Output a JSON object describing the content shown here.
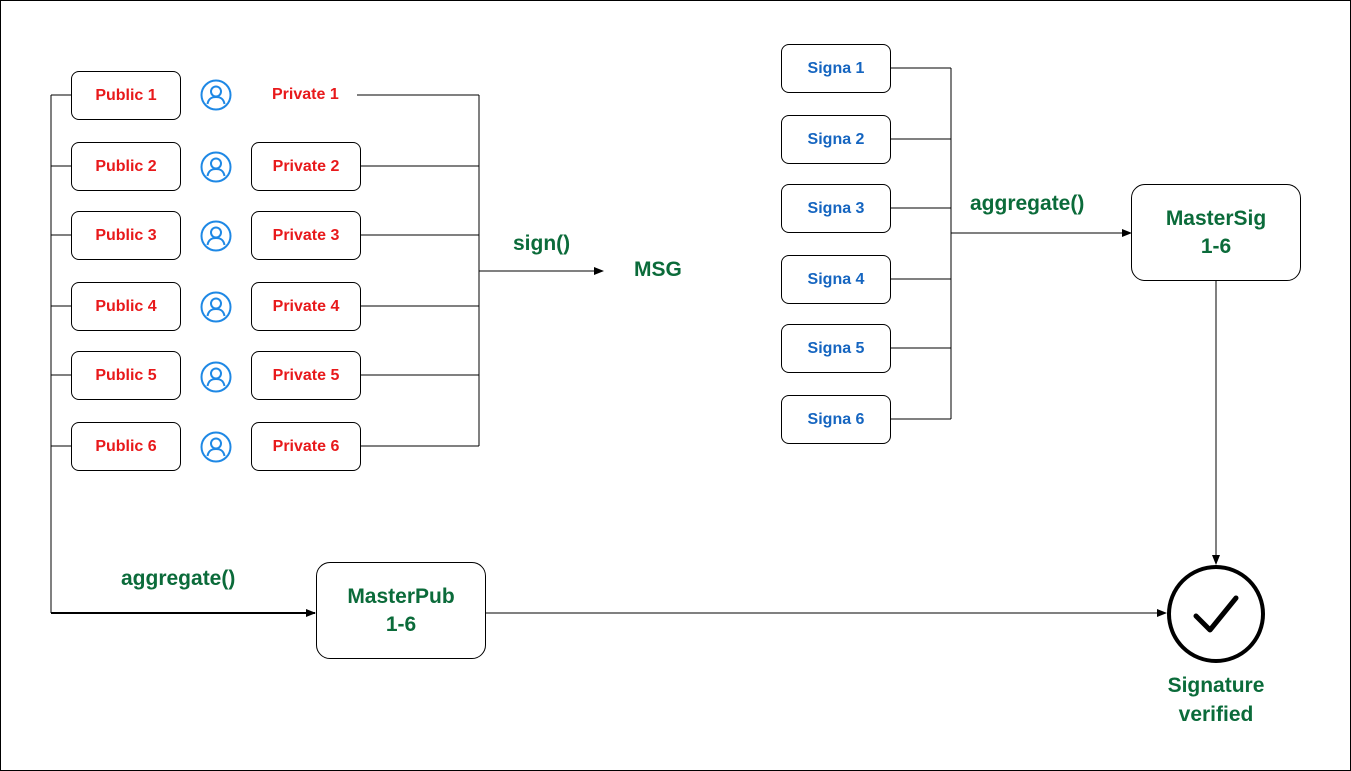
{
  "diagram": {
    "public_keys": [
      "Public 1",
      "Public 2",
      "Public 3",
      "Public 4",
      "Public 5",
      "Public 6"
    ],
    "private_keys": [
      "Private 1",
      "Private 2",
      "Private 3",
      "Private 4",
      "Private 5",
      "Private 6"
    ],
    "signatures": [
      "Signa 1",
      "Signa 2",
      "Signa 3",
      "Signa 4",
      "Signa 5",
      "Signa 6"
    ],
    "sign_label": "sign()",
    "message_label": "MSG",
    "aggregate_sig_label": "aggregate()",
    "aggregate_pub_label": "aggregate()",
    "master_sig": "MasterSig\n1-6",
    "master_pub": "MasterPub\n1-6",
    "verified_label": "Signature\nverified",
    "icons": {
      "user": "user-icon",
      "check": "check-circle-icon"
    },
    "colors": {
      "key_text": "#e8191b",
      "signature_text": "#1565c0",
      "label_text": "#0b6b3a",
      "border": "#000000"
    }
  }
}
